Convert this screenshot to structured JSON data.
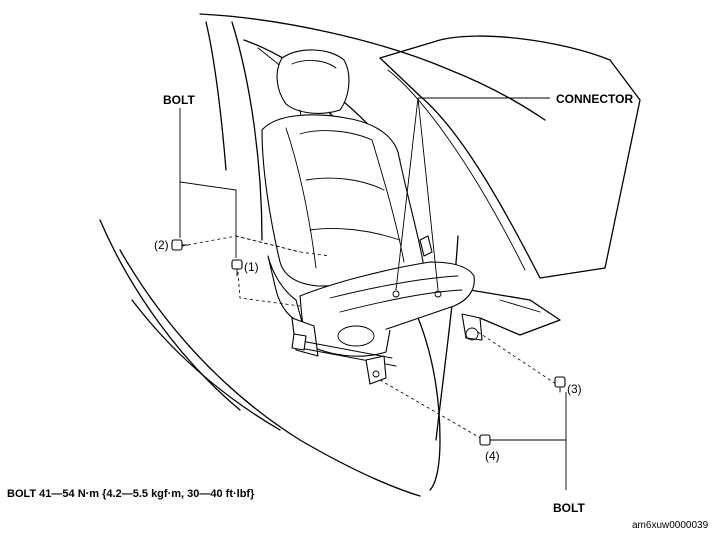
{
  "labels": {
    "bolt_top": "BOLT",
    "connector": "CONNECTOR",
    "bolt_bottom": "BOLT",
    "num_1": "(1)",
    "num_2": "(2)",
    "num_3": "(3)",
    "num_4": "(4)"
  },
  "torque_spec": "BOLT  41—54 N·m {4.2—5.5 kgf·m, 30—40 ft·lbf}",
  "figure_code": "am6xuw0000039"
}
